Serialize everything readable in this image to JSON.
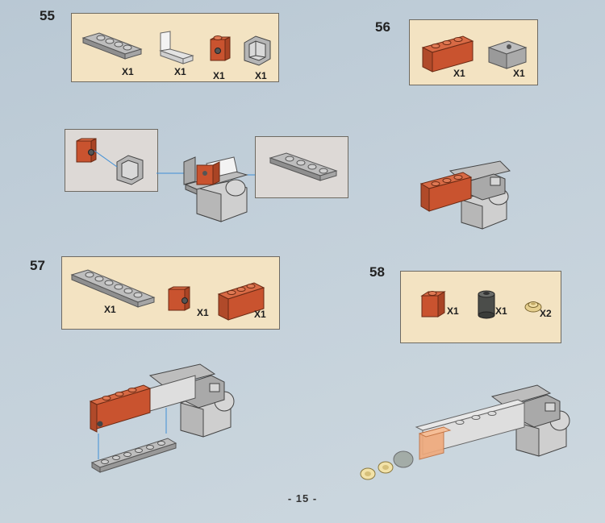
{
  "page": {
    "number": "- 15 -"
  },
  "steps": [
    {
      "number": "55",
      "parts": [
        {
          "name": "gray-plate-1x4",
          "qty": "X1"
        },
        {
          "name": "white-bracket-1x2",
          "qty": "X1"
        },
        {
          "name": "orange-brick-1x1-with-stud",
          "qty": "X1"
        },
        {
          "name": "gray-corner-panel",
          "qty": "X1"
        }
      ]
    },
    {
      "number": "56",
      "parts": [
        {
          "name": "orange-brick-1x3",
          "qty": "X1"
        },
        {
          "name": "gray-slope-with-hole",
          "qty": "X1"
        }
      ]
    },
    {
      "number": "57",
      "parts": [
        {
          "name": "gray-plate-1x6",
          "qty": "X1"
        },
        {
          "name": "orange-brick-1x1-with-stud",
          "qty": "X1"
        },
        {
          "name": "orange-brick-1x3",
          "qty": "X1"
        }
      ]
    },
    {
      "number": "58",
      "parts": [
        {
          "name": "orange-brick-1x1",
          "qty": "X1"
        },
        {
          "name": "dark-gray-round-brick",
          "qty": "X1"
        },
        {
          "name": "tan-round-plate",
          "qty": "X2"
        }
      ]
    }
  ],
  "colors": {
    "background": "#c3d0da",
    "parts_box": "#f3e3c2",
    "orange": "#c9532f",
    "gray": "#a9a9a9",
    "white": "#eeeeee",
    "tan": "#e6cf8e",
    "connector": "#3f8fd6"
  }
}
